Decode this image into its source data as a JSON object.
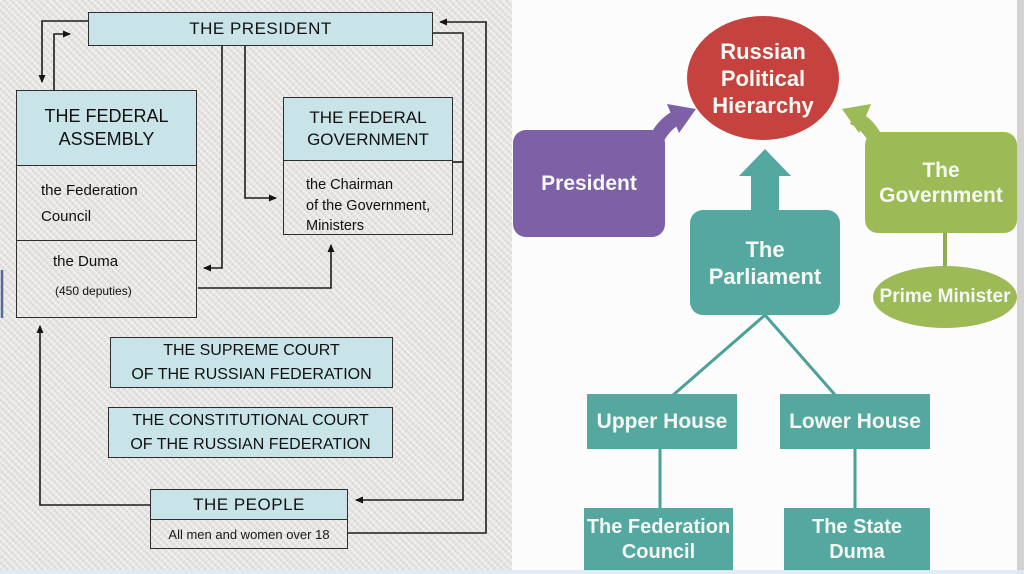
{
  "left_diagram": {
    "president": "THE PRESIDENT",
    "assembly_title": "THE FEDERAL\nASSEMBLY",
    "federation_council": "the Federation\nCouncil",
    "duma": "the Duma",
    "duma_note": "(450 deputies)",
    "government_title": "THE FEDERAL\nGOVERNMENT",
    "chairman": "the Chairman\nof the Government,\nMinisters",
    "supreme_court": "THE SUPREME COURT\nOF THE RUSSIAN FEDERATION",
    "constitutional_court": "THE CONSTITUTIONAL COURT\nOF THE RUSSIAN FEDERATION",
    "people": "THE PEOPLE",
    "people_note": "All men and women over 18",
    "box_fill": "#c9e4e9",
    "border_color": "#2e2e2e",
    "background": "#e4e3e1"
  },
  "right_diagram": {
    "title": "Russian\nPolitical\nHierarchy",
    "president": "President",
    "government": "The\nGovernment",
    "parliament": "The\nParliament",
    "prime_minister": "Prime Minister",
    "upper_house": "Upper House",
    "lower_house": "Lower House",
    "federation_council": "The Federation\nCouncil",
    "state_duma": "The State\nDuma",
    "colors": {
      "title_red": "#c5423f",
      "president_purple": "#7d60a6",
      "government_green": "#9cba55",
      "parliament_teal": "#55a89f",
      "connector_teal": "#4ba098",
      "connector_green": "#8fad4b",
      "background": "#fcfcfc"
    }
  }
}
